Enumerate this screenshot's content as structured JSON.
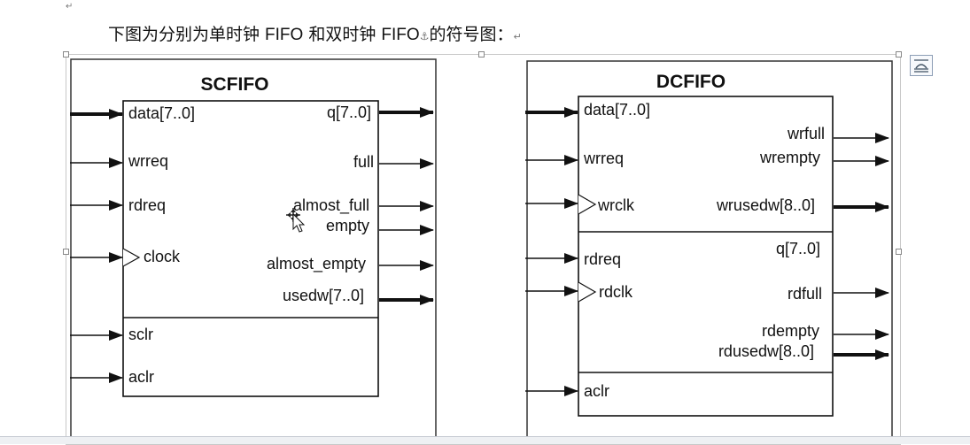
{
  "document": {
    "paragraph_mark": "↵",
    "caption": {
      "part1": "下图为分别为单时钟 ",
      "term1": "FIFO",
      "part2": " 和双时钟 ",
      "term2": "FIFO",
      "anchor": "⚓",
      "part3": "的符号图：",
      "end_mark": "↵"
    }
  },
  "colors": {
    "line": "#111111",
    "frame": "#333333",
    "selection": "#c8c8c8"
  },
  "icons": {
    "layout_options": "layout-options-icon",
    "cursor": "move-cursor-icon"
  },
  "scfifo": {
    "title": "SCFIFO",
    "inputs": [
      "data[7..0]",
      "wrreq",
      "rdreq",
      "clock"
    ],
    "outputs": [
      "q[7..0]",
      "full",
      "almost_full",
      "empty",
      "almost_empty",
      "usedw[7..0]"
    ],
    "async_inputs": [
      "sclr",
      "aclr"
    ]
  },
  "dcfifo": {
    "title": "DCFIFO",
    "write_inputs": [
      "data[7..0]",
      "wrreq",
      "wrclk"
    ],
    "write_outputs": [
      "wrfull",
      "wrempty",
      "wrusedw[8..0]"
    ],
    "read_inputs": [
      "rdreq",
      "rdclk"
    ],
    "read_outputs": [
      "q[7..0]",
      "rdfull",
      "rdempty",
      "rdusedw[8..0]"
    ],
    "async_inputs": [
      "aclr"
    ]
  }
}
